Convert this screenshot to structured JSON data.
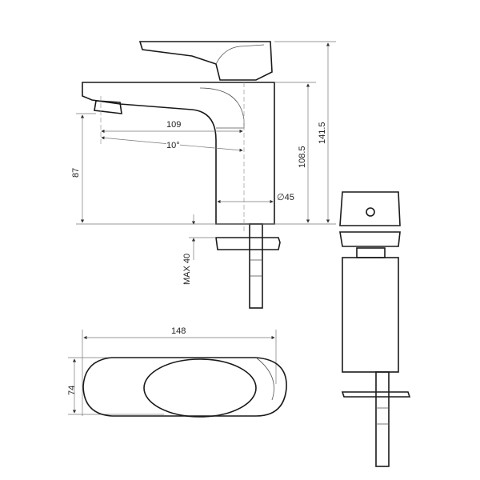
{
  "dimensions": {
    "spout_reach": "109",
    "spout_angle": "10°",
    "spout_height": "87",
    "body_height": "108.5",
    "total_height": "141.5",
    "body_diameter": "∅45",
    "max_deck": "MAX 40",
    "top_length": "148",
    "top_width": "74"
  }
}
